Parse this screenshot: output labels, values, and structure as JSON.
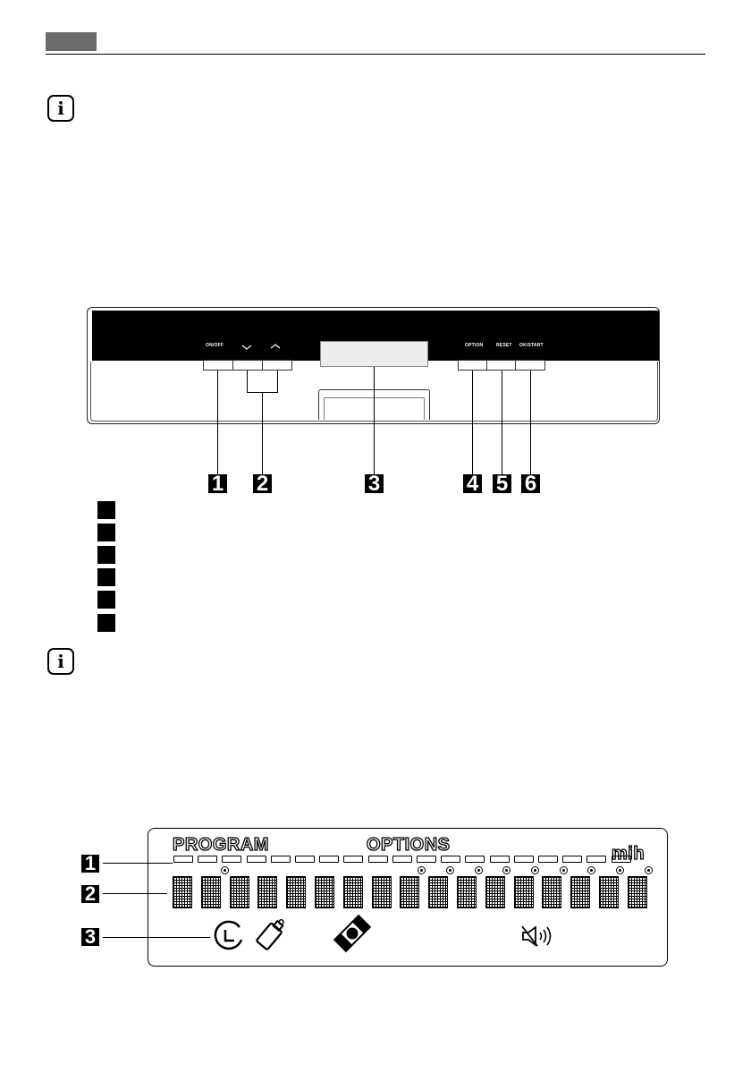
{
  "control_panel": {
    "buttons": [
      {
        "label": "ON/OFF"
      },
      {
        "label": ""
      },
      {
        "label": ""
      },
      {
        "label": "OPTION"
      },
      {
        "label": "RESET"
      },
      {
        "label": "OK/START"
      }
    ],
    "callouts": [
      "1",
      "2",
      "3",
      "4",
      "5",
      "6"
    ]
  },
  "display": {
    "program_label": "PROGRAM",
    "options_label": "OPTIONS",
    "time_units": "mih",
    "callouts": [
      "1",
      "2",
      "3"
    ],
    "icons": [
      "clock-icon",
      "salt-tag-icon",
      "rinse-aid-icon",
      "sound-off-icon"
    ]
  },
  "colors": {
    "header_tab": "#6d6d6d",
    "panel": "#000000",
    "screen": "#ececec"
  }
}
